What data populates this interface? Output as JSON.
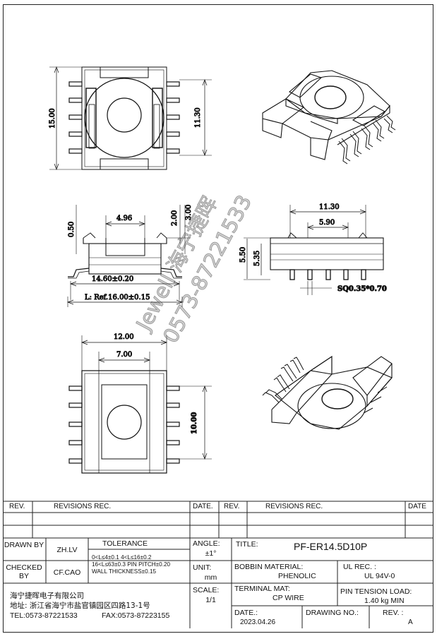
{
  "dimensions": {
    "top_view_height": "15.00",
    "top_view_inner_height": "11.30",
    "side_top_offset": "0.50",
    "side_width_inner": "4.96",
    "side_height_a": "2.00",
    "side_height_b": "3.00",
    "side_pin_span": "14.60±0.20",
    "side_overall_length": "L: Ref.16.00±0.15",
    "front_width": "11.30",
    "front_inner_width": "5.90",
    "front_height_a": "5.50",
    "front_height_b": "5.35",
    "pin_square": "SQ0.35*0.70",
    "bottom_width": "12.00",
    "bottom_inner_width": "7.00",
    "bottom_height": "10.00"
  },
  "watermark": {
    "line1": "Jewell 海宁捷晖",
    "line2": "0573-87221533"
  },
  "revisions": {
    "rev_label": "REV.",
    "revisions_label": "REVISIONS  REC.",
    "date_label": "DATE.",
    "rev_label_2": "REV.",
    "revisions_label_2": "REVISIONS  REC.",
    "date_label_2": "DATE"
  },
  "title_block": {
    "drawn_by_label": "DRAWN BY",
    "drawn_by_value": "ZH.LV",
    "checked_by_label": "CHECKED BY",
    "checked_by_value": "CF.CAO",
    "tolerance_label": "TOLERANCE",
    "tolerance_line1": "0<L≤4±0.1  4<L≤16±0.2",
    "tolerance_line2": "16<L≤63±0.3 PIN PITCH±0.20",
    "tolerance_line3": "WALL THICKNESS±0.15",
    "angle_label": "ANGLE:",
    "angle_value": "±1°",
    "unit_label": "UNIT:",
    "unit_value": "mm",
    "scale_label": "SCALE:",
    "scale_value": "1/1",
    "title_label": "TITLE:",
    "title_value": "PF-ER14.5D10P",
    "bobbin_material_label": "BOBBIN MATERIAL:",
    "bobbin_material_value": "PHENOLIC",
    "ul_rec_label": "UL REC. :",
    "ul_rec_value": "UL 94V-0",
    "terminal_mat_label": "TERMINAL MAT:",
    "terminal_mat_value": "CP WIRE",
    "pin_tension_label": "PIN TENSION LOAD:",
    "pin_tension_value": "1.40 kg MIN",
    "date_label": "DATE.:",
    "date_value": "2023.04.26",
    "drawing_no_label": "DRAWING NO.:",
    "rev_label": "REV. :",
    "rev_value": "A",
    "company_name": "海宁捷晖电子有限公司",
    "company_address": "地址:  浙江省海宁市盐官镇园区四路13-1号",
    "company_tel": "TEL:0573-87221533",
    "company_fax": "FAX:0573-87223155"
  }
}
